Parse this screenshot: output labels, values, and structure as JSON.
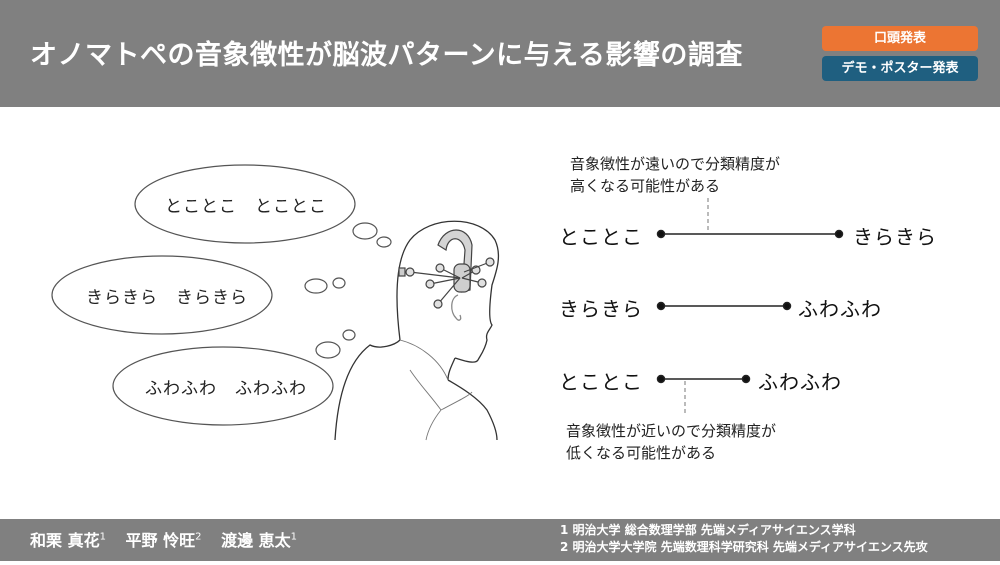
{
  "header": {
    "title": "オノマトペの音象徴性が脳波パターンに与える影響の調査",
    "badges": [
      {
        "label": "口頭発表",
        "color": "#ec7533"
      },
      {
        "label": "デモ・ポスター発表",
        "color": "#1f5f80"
      }
    ],
    "background": "#808080"
  },
  "illustration": {
    "thought_bubbles": [
      {
        "text": "とことこ　とことこ"
      },
      {
        "text": "きらきら　きらきら"
      },
      {
        "text": "ふわふわ　ふわふわ"
      }
    ],
    "figure": "person-wearing-eeg-headset"
  },
  "comparisons": [
    {
      "left": "とことこ",
      "right": "きらきら",
      "relative_length": "long"
    },
    {
      "left": "きらきら",
      "right": "ふわふわ",
      "relative_length": "medium"
    },
    {
      "left": "とことこ",
      "right": "ふわふわ",
      "relative_length": "short"
    }
  ],
  "notes": {
    "far": {
      "line1": "音象徴性が遠いので分類精度が",
      "line2": "高くなる可能性がある"
    },
    "near": {
      "line1": "音象徴性が近いので分類精度が",
      "line2": "低くなる可能性がある"
    }
  },
  "footer": {
    "authors": [
      {
        "name": "和栗 真花",
        "affil": "1"
      },
      {
        "name": "平野 怜旺",
        "affil": "2"
      },
      {
        "name": "渡邊 恵太",
        "affil": "1"
      }
    ],
    "affiliations": [
      "1 明治大学 総合数理学部 先端メディアサイエンス学科",
      "2 明治大学大学院 先端数理科学研究科 先端メディアサイエンス先攻"
    ]
  }
}
